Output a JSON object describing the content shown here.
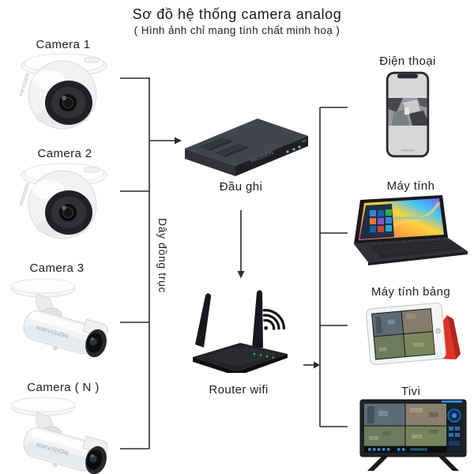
{
  "header": {
    "title": "Sơ đồ hệ thống camera analog",
    "subtitle": "( Hình ảnh chỉ mang tính chất minh hoạ )"
  },
  "left_column": {
    "cameras": [
      {
        "label": "Camera 1",
        "type": "dome"
      },
      {
        "label": "Camera 2",
        "type": "dome"
      },
      {
        "label": "Camera 3",
        "type": "bullet"
      },
      {
        "label": "Camera ( N )",
        "type": "bullet"
      }
    ],
    "cable_label": "Dây đồng trục"
  },
  "center_column": {
    "dvr_label": "Đầu ghi",
    "router_label": "Router wifi"
  },
  "right_column": {
    "devices": [
      {
        "label": "Điện thoại",
        "type": "smartphone"
      },
      {
        "label": "Máy tính",
        "type": "laptop"
      },
      {
        "label": "Máy tính bảng",
        "type": "tablet"
      },
      {
        "label": "Tivi",
        "type": "tv"
      }
    ]
  },
  "brand": "HIKVISION",
  "colors": {
    "line": "#2c2c2c",
    "text": "#1f1f1f",
    "camera_white": "#f2f3f5",
    "device_black": "#1f2124",
    "tablet_cover_red": "#e03327",
    "tv_accent_blue": "#2e8fe0",
    "background": "#ffffff"
  }
}
